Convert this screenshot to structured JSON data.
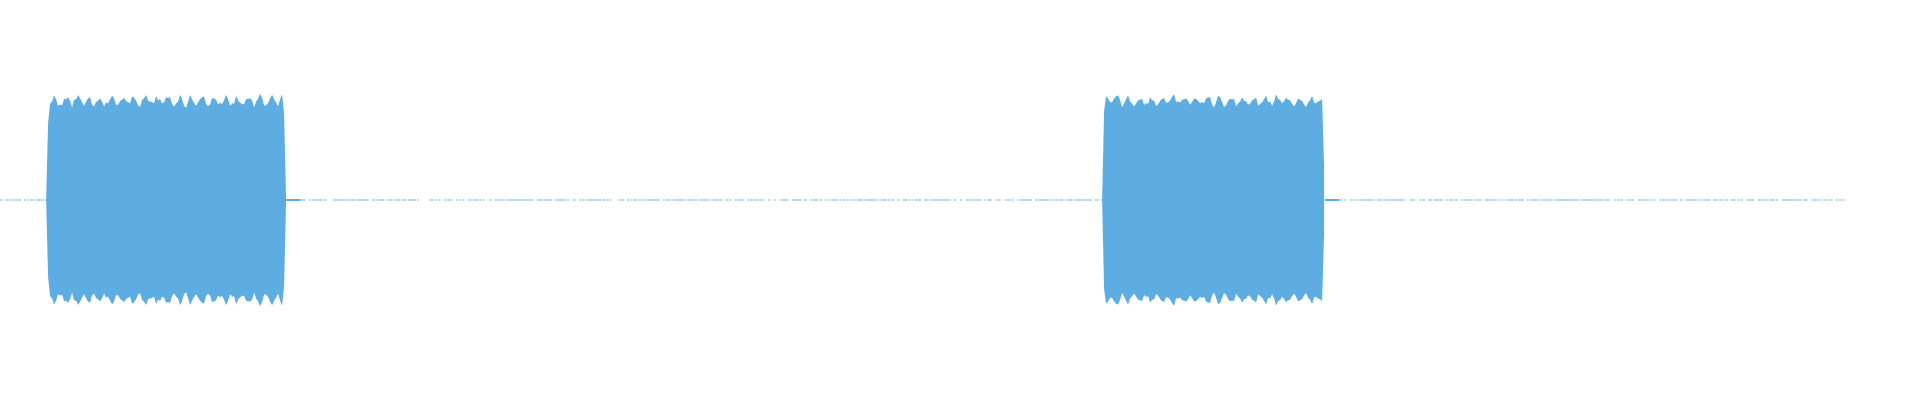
{
  "waveform": {
    "color": "#5dade2",
    "background": "#ffffff",
    "duration_fraction_with_signal": 0.96,
    "bursts": [
      {
        "start": 0.024,
        "end": 0.149,
        "amplitude": 0.98
      },
      {
        "start": 0.574,
        "end": 0.69,
        "amplitude": 0.98
      }
    ],
    "silence_noise_amplitude": 0.01
  }
}
